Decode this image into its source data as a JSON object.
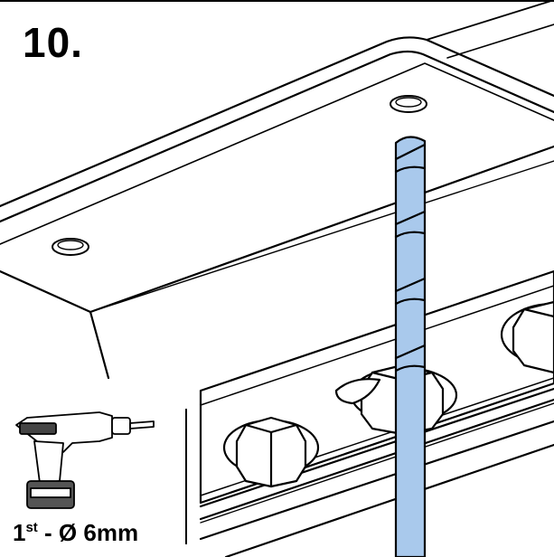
{
  "step": {
    "number": "10."
  },
  "tool": {
    "icon": "cordless-drill-icon",
    "caption_number": "1",
    "caption_ordinal": "st",
    "caption_rest": " - Ø 6mm"
  },
  "colors": {
    "drill_bit": "#a9c9ec",
    "outline": "#000000",
    "background": "#ffffff"
  }
}
